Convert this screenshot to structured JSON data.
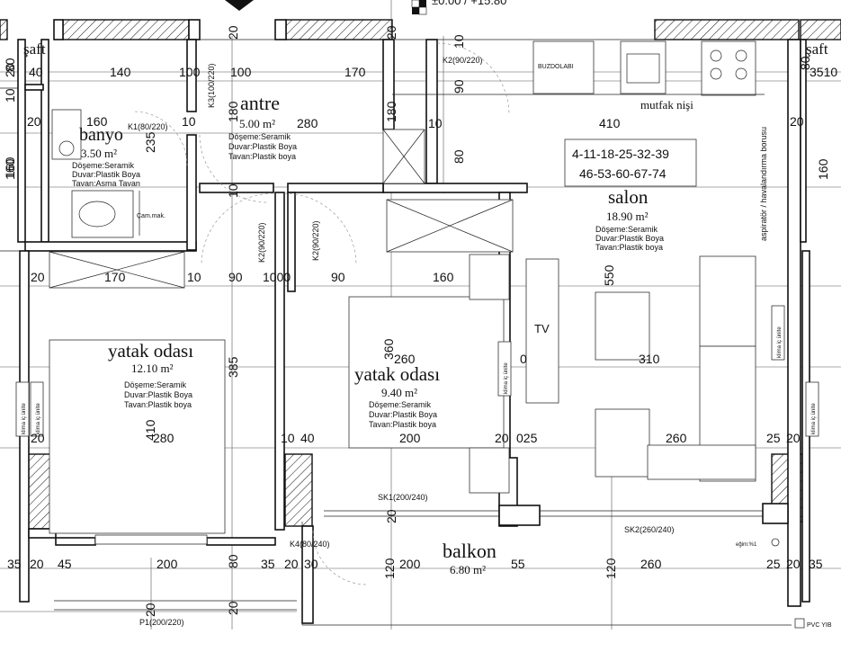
{
  "rooms": {
    "saft_left": {
      "name": "şaft",
      "dim": "40"
    },
    "saft_right": {
      "name": "şaft",
      "dim": "3510"
    },
    "antre": {
      "name": "antre",
      "area": "5.00 m²",
      "finishes": [
        "Döşeme:Seramik",
        "Duvar:Plastik Boya",
        "Tavan:Plastik boya"
      ]
    },
    "banyo": {
      "name": "banyo",
      "area": "3.50 m²",
      "finishes": [
        "Döşeme:Seramik",
        "Duvar:Plastik Boya",
        "Tavan:Asma Tavan"
      ]
    },
    "salon": {
      "name": "salon",
      "area": "18.90 m²",
      "finishes": [
        "Döşeme:Seramik",
        "Duvar:Plastik Boya",
        "Tavan:Plastik boya"
      ]
    },
    "yatak1": {
      "name": "yatak odası",
      "area": "12.10 m²",
      "finishes": [
        "Döşeme:Seramik",
        "Duvar:Plastik Boya",
        "Tavan:Plastik boya"
      ]
    },
    "yatak2": {
      "name": "yatak odası",
      "area": "9.40 m²",
      "finishes": [
        "Döşeme:Seramik",
        "Duvar:Plastik Boya",
        "Tavan:Plastik boya"
      ]
    },
    "balkon": {
      "name": "balkon",
      "area": "6.80 m²"
    },
    "mutfak": {
      "name": "mutfak nişi"
    }
  },
  "labels": {
    "buzdolabi": "BUZDOLABI",
    "tv": "TV",
    "aspirator": "aspiratör / havalandırma borusu",
    "camasir": "Çam.mak.",
    "unit_list_1": "4-11-18-25-32-39",
    "unit_list_2": "46-53-60-67-74",
    "top_note": "±0.00 / +15.80",
    "egim": "eğim:%1",
    "pvc": "PVC YIB",
    "klima": "klima iç ünite"
  },
  "doors": {
    "k3": "K3(100/220)",
    "k2_top": "K2(90/220)",
    "k1": "K1(80/220)",
    "k2_a": "K2(90/220)",
    "k2_b": "K2(90/220)",
    "sk1": "SK1(200/240)",
    "sk2": "SK2(260/240)",
    "k4": "K4(80/240)",
    "p1": "P1(200/220)"
  },
  "dims": {
    "d20a": "20",
    "d20b": "20",
    "d20c": "20",
    "d140": "140",
    "d100a": "100",
    "d100b": "100",
    "d170a": "170",
    "d10a": "10",
    "d90a": "90",
    "d180a": "180",
    "d180b": "180",
    "d160a": "160",
    "d235": "235",
    "d280a": "280",
    "d410a": "410",
    "d10b": "10",
    "d80a": "80",
    "d80b": "80",
    "d160b": "160",
    "d10c": "10",
    "d20d": "20",
    "d170b": "170",
    "d10d": "10",
    "d90b": "90",
    "d1000": "1000",
    "d90c": "90",
    "d160c": "160",
    "d550": "550",
    "d385": "385",
    "d360": "360",
    "d260a": "260",
    "d0": "0",
    "d310": "310",
    "d410b": "410",
    "d20e": "20",
    "d280b": "280",
    "d10e": "10",
    "d40": "40",
    "d200a": "200",
    "d20f": "20",
    "d025": "025",
    "d260b": "260",
    "d25a": "25",
    "d20g": "20",
    "d20h": "20",
    "d35a": "35",
    "d20i": "20",
    "d45": "45",
    "d200b": "200",
    "d80c": "80",
    "d35b": "35",
    "d20j": "20",
    "d30": "30",
    "d120a": "120",
    "d200c": "200",
    "d55": "55",
    "d120b": "120",
    "d260c": "260",
    "d25b": "25",
    "d20k": "20",
    "d35c": "35",
    "d20l": "20",
    "d20m": "20",
    "d10f": "10",
    "d80d": "80",
    "d20n": "20",
    "d10g": "10",
    "d160d": "160",
    "d20o": "20",
    "d160e": "160"
  }
}
